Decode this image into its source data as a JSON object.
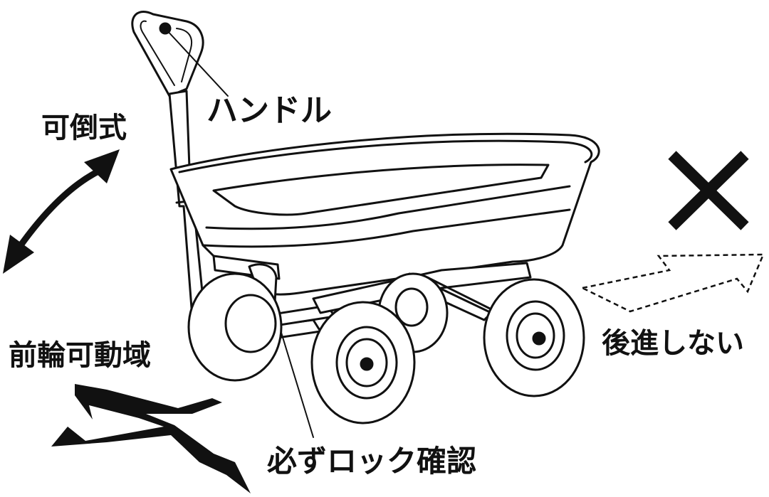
{
  "labels": {
    "handle": "ハンドル",
    "tilt": "可倒式",
    "front_wheel_range": "前輪可動域",
    "no_reverse": "後進しない",
    "lock_check": "必ずロック確認"
  },
  "icons": {
    "tilt_arrow": "double-headed-curved-arrow-icon",
    "front_wheel_arrows": "swivel-arrows-icon",
    "cross_mark": "x-mark-icon",
    "reverse_arrow": "dashed-arrow-icon"
  },
  "colors": {
    "ink": "#111111",
    "background": "#ffffff"
  }
}
